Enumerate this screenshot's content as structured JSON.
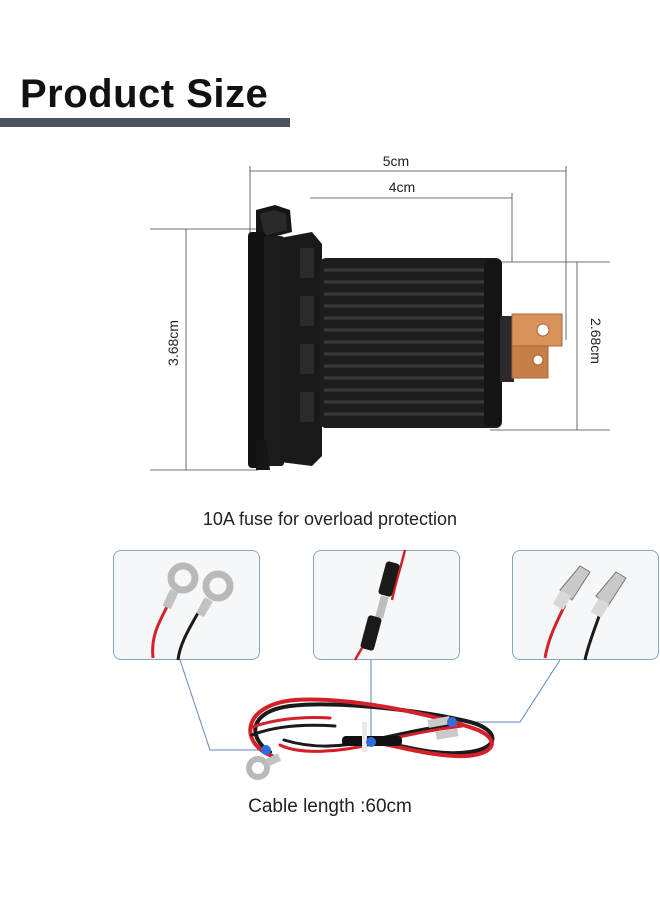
{
  "header": {
    "title": "Product Size"
  },
  "dimensions": {
    "outer_length": "5cm",
    "body_length": "4cm",
    "flange_height": "3.68cm",
    "body_height": "2.68cm"
  },
  "captions": {
    "fuse": "10A fuse for overload protection",
    "cable_length": "Cable length :60cm"
  },
  "colors": {
    "accent_bar": "#4b5262",
    "callout_line": "#5b86c2",
    "callout_dot": "#2f6ddc",
    "wire_red": "#d4202a",
    "wire_black": "#1a1a1a"
  }
}
